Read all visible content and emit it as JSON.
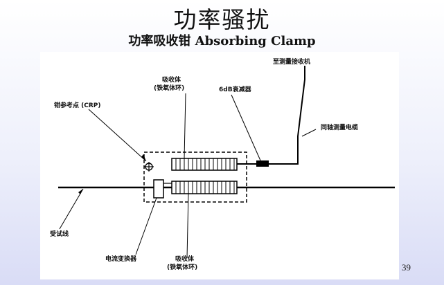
{
  "slide": {
    "title": "功率骚扰",
    "subtitle": "功率吸收钳 Absorbing Clamp",
    "page_number": "39"
  },
  "diagram": {
    "labels": {
      "to_receiver": "至测量接收机",
      "absorber_top_1": "吸收体",
      "absorber_top_2": "(铁氧体环)",
      "attenuator": "6dB衰减器",
      "crp": "钳参考点 (CRP)",
      "coax_cable": "同轴测量电缆",
      "lead_under_test": "受试线",
      "current_transformer": "电流变换器",
      "absorber_bottom_1": "吸收体",
      "absorber_bottom_2": "(铁氧体环)"
    }
  }
}
